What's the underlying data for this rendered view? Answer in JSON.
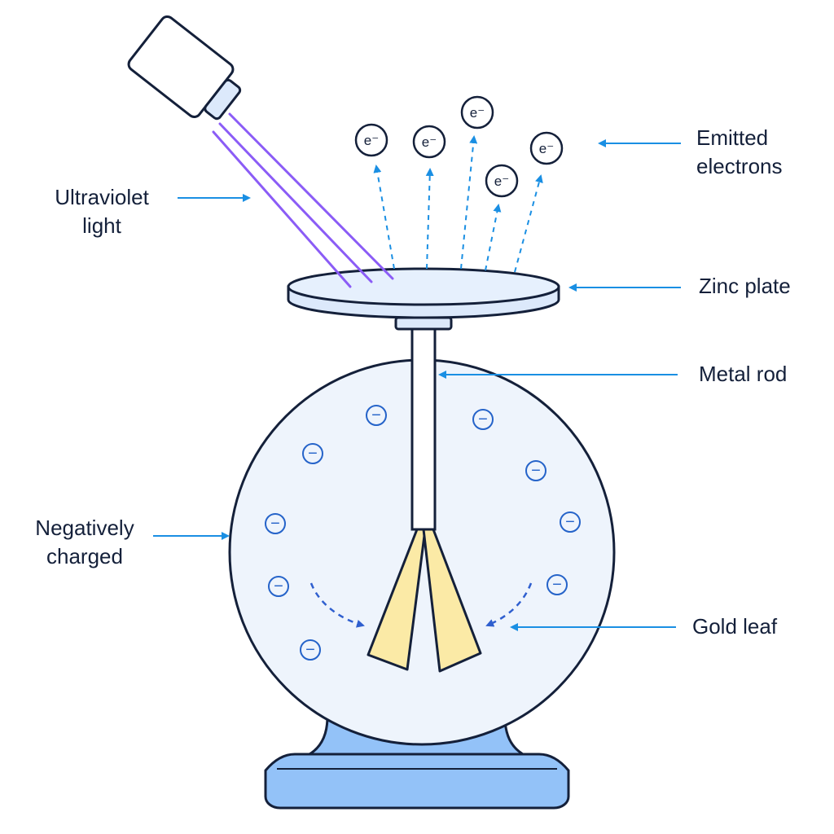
{
  "labels": {
    "ultraviolet": [
      "Ultraviolet",
      "light"
    ],
    "emitted": [
      "Emitted",
      "electrons"
    ],
    "zinc_plate": "Zinc plate",
    "metal_rod": "Metal rod",
    "negatively": [
      "Negatively",
      "charged"
    ],
    "gold_leaf": "Gold leaf"
  },
  "symbols": {
    "electron": "e⁻",
    "negative_charge": "−"
  },
  "colors": {
    "outline": "#14203a",
    "arrow": "#1a8fe3",
    "uv_ray": "#8b5cf6",
    "charge": "#2563c9",
    "leaf_fill": "#fbeaa6",
    "jar_fill": "#eef4fc",
    "base_fill": "#93c2f8",
    "plate_fill": "#dce9fb"
  }
}
